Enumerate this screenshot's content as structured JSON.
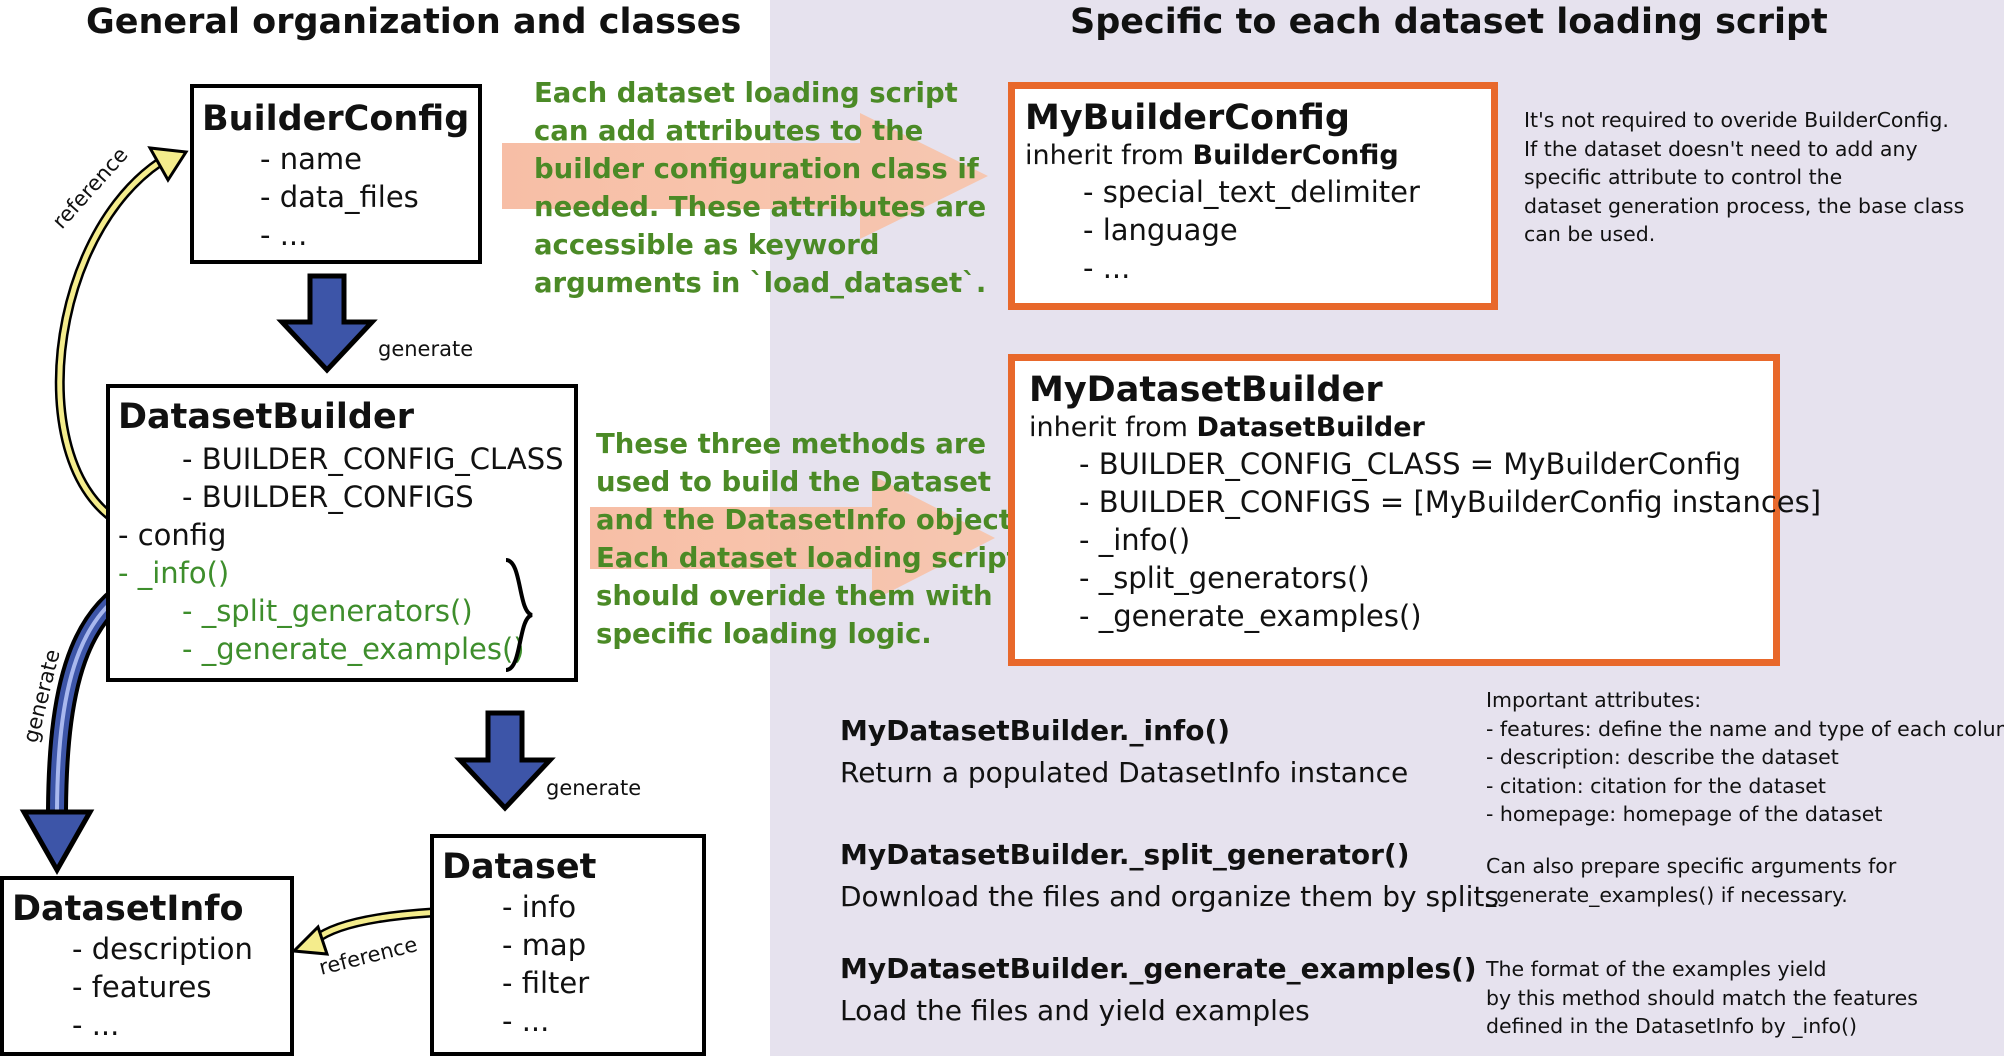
{
  "headings": {
    "left": "General organization and classes",
    "right": "Specific to each dataset loading script"
  },
  "builder_config": {
    "title": "BuilderConfig",
    "items": [
      "name",
      "data_files",
      "..."
    ]
  },
  "dataset_builder": {
    "title": "DatasetBuilder",
    "items": [
      "BUILDER_CONFIG_CLASS",
      "BUILDER_CONFIGS",
      "config"
    ],
    "methods": [
      "_info()",
      "_split_generators()",
      "_generate_examples()"
    ]
  },
  "dataset_info": {
    "title": "DatasetInfo",
    "items": [
      "description",
      "features",
      "..."
    ]
  },
  "dataset": {
    "title": "Dataset",
    "items": [
      "info",
      "map",
      "filter",
      "..."
    ]
  },
  "my_builder_config": {
    "title": "MyBuilderConfig",
    "inherit_prefix": "inherit from",
    "inherit_class": "BuilderConfig",
    "items": [
      "special_text_delimiter",
      "language",
      "..."
    ]
  },
  "my_dataset_builder": {
    "title": "MyDatasetBuilder",
    "inherit_prefix": "inherit from",
    "inherit_class": "DatasetBuilder",
    "items": [
      "BUILDER_CONFIG_CLASS = MyBuilderConfig",
      "BUILDER_CONFIGS = [MyBuilderConfig instances]",
      "_info()",
      "_split_generators()",
      "_generate_examples()"
    ]
  },
  "green_notes": {
    "attributes": [
      "Each dataset loading script",
      "can add attributes to the",
      "builder configuration class if",
      "needed. These attributes are",
      "accessible as keyword",
      "arguments in `load_dataset`."
    ],
    "methods": [
      "These three methods are",
      "used to build the Dataset",
      "and the DatasetInfo objects.",
      "Each dataset loading script",
      "should overide them with",
      "specific loading logic."
    ]
  },
  "side_notes": {
    "config": [
      "It's not required to overide BuilderConfig.",
      "If the dataset doesn't need to add any",
      "specific attribute to control the",
      "dataset generation process, the base class",
      "can be used."
    ],
    "info_heading": "Important attributes:",
    "info_items": [
      "features: define the name and type of each column",
      "description: describe the dataset",
      "citation: citation for the dataset",
      "homepage: homepage of the dataset"
    ],
    "split": [
      "Can also prepare specific arguments for",
      "_generate_examples() if necessary."
    ],
    "generate": [
      "The format of the examples yield",
      "by this method should match the features",
      "defined in the DatasetInfo by _info()"
    ]
  },
  "methods_doc": [
    {
      "title": "MyDatasetBuilder._info()",
      "desc": "Return a populated DatasetInfo instance"
    },
    {
      "title": "MyDatasetBuilder._split_generator()",
      "desc": "Download the files and organize them by splits"
    },
    {
      "title": "MyDatasetBuilder._generate_examples()",
      "desc": "Load the files and yield examples"
    }
  ],
  "arrow_labels": {
    "generate": "generate",
    "reference": "reference"
  },
  "colors": {
    "panel_background": "#e6e2ee",
    "orange_border": "#e8682b",
    "green_text": "#4b8a26",
    "blue_arrow": "#3d55a8",
    "yellow_arrow": "#f4ec8c",
    "peach_arrow": "#f6b79c"
  }
}
